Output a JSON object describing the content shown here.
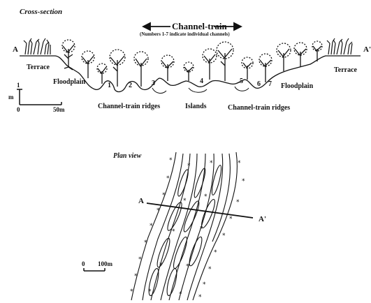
{
  "cross_section": {
    "heading": "Cross-section",
    "channel_train_label": "Channel-train",
    "channel_note": "(Numbers 1-7 indicate individual channels)",
    "end_left": "A",
    "end_right": "A'",
    "terrace_left": "Terrace",
    "terrace_right": "Terrace",
    "floodplain_left": "Floodplain",
    "floodplain_right": "Floodplain",
    "ridges_left": "Channel-train ridges",
    "ridges_right": "Channel-train ridges",
    "islands": "Islands",
    "channel_numbers": [
      "1",
      "2",
      "3",
      "4",
      "5",
      "6",
      "7"
    ],
    "scale": {
      "vertical_unit": "m",
      "vertical_value": "1",
      "origin": "0",
      "horizontal_value": "50m"
    }
  },
  "plan_view": {
    "heading": "Plan view",
    "section_start": "A",
    "section_end": "A'",
    "scale": {
      "origin": "0",
      "distance": "100m"
    }
  }
}
